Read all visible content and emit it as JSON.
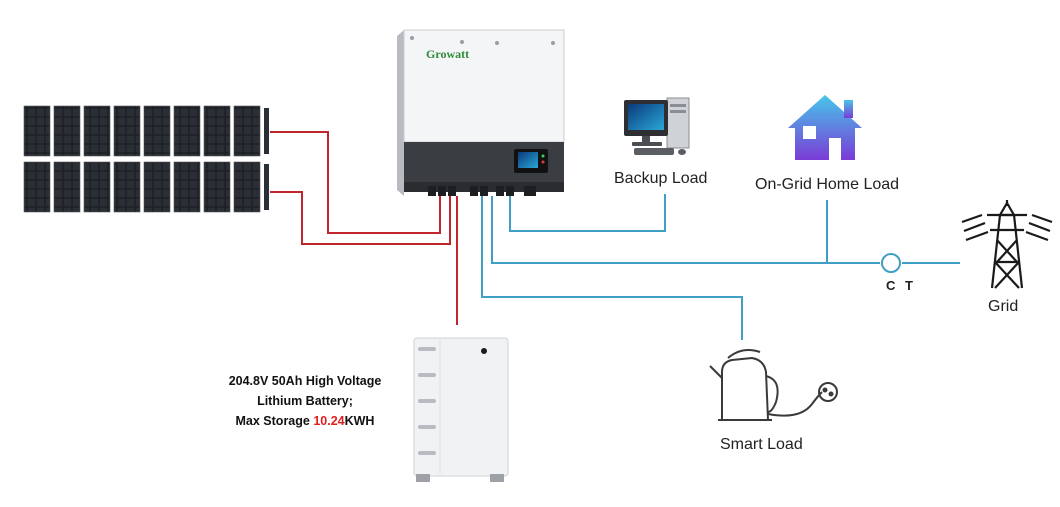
{
  "brand": "Growatt",
  "labels": {
    "backup_load": "Backup Load",
    "on_grid_home_load": "On-Grid Home Load",
    "ct": "C T",
    "grid": "Grid",
    "smart_load": "Smart Load"
  },
  "battery": {
    "line1": "204.8V 50Ah High Voltage",
    "line2": "Lithium Battery;",
    "line3_prefix": "Max Storage ",
    "line3_value": "10.24",
    "line3_suffix": "KWH"
  },
  "colors": {
    "dc_wire": "#c0262b",
    "ac_wire": "#3f9fc4",
    "storage_highlight": "#e01e1e",
    "house_gradient_top": "#47c6ea",
    "house_gradient_bottom": "#7a3bd6"
  }
}
